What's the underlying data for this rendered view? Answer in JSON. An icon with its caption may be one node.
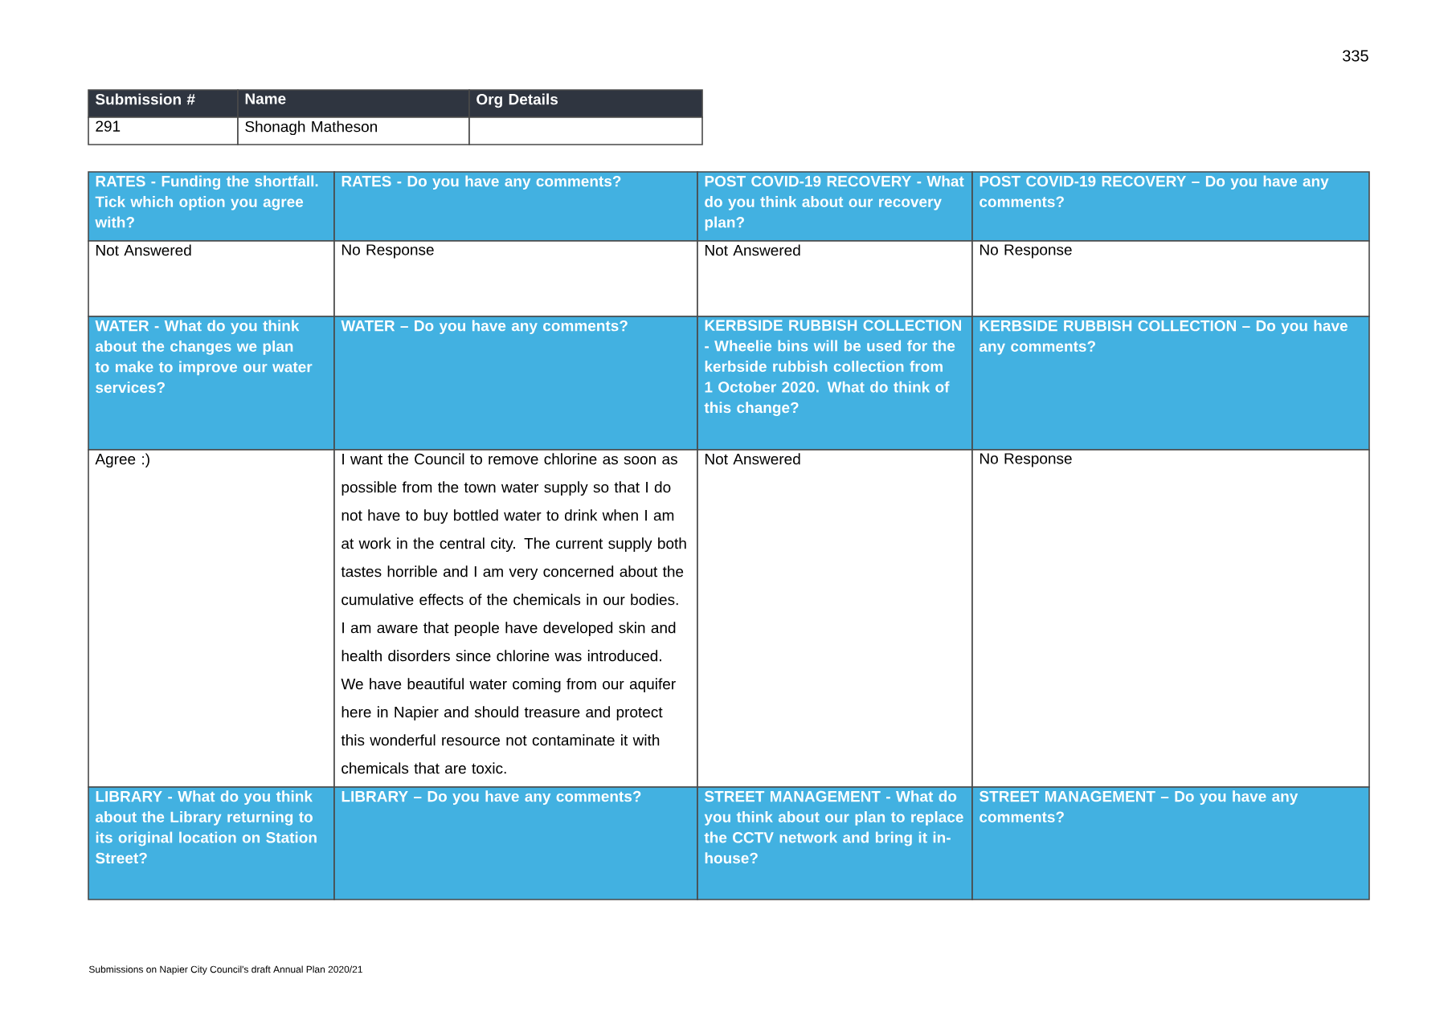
{
  "diagram": {
    "labels": [
      "335",
      "Submission #",
      "Name",
      "Org Details",
      "291",
      "Shonagh Matheson",
      "RATES - Funding the shortfall. Tick which option you agree with?",
      "RATES - Do you have any comments?",
      "POST COVID-19 RECOVERY - What do you think about our recovery plan?",
      "POST COVID-19 RECOVERY – Do you have any comments?",
      "Not Answered",
      "No Response",
      "Not Answered",
      "No Response",
      "WATER - What do you think about the changes we plan to make to improve our water services?",
      "WATER – Do you have any comments?",
      "KERBSIDE RUBBISH COLLECTION - Wheelie bins will be used for the kerbside rubbish collection from 1 October 2020. What do think of this change?",
      "KERBSIDE RUBBISH COLLECTION – Do you have any comments?",
      "Agree :)",
      "I want the Council to remove chlorine as soon as possible from the town water supply so that I do not have to buy bottled water to drink when I am at work in the central city. The current supply both tastes horrible and I am very concerned about the cumulative effects of the chemicals in our bodies. I am aware that people have developed skin and health disorders since chlorine was introduced. We have beautiful water coming from our aquifer here in Napier and should treasure and protect this wonderful resource not contaminate it with chemicals that are toxic.",
      "Not Answered",
      "No Response",
      "LIBRARY - What do you think about the Library returning to its original location on Station Street?",
      "LIBRARY – Do you have any comments?",
      "STREET MANAGEMENT - What do you think about our plan to replace the CCTV network and bring it in-house?",
      "STREET MANAGEMENT – Do you have any comments?",
      "Submissions on Napier City Council's draft Annual Plan 2020/21"
    ]
  }
}
